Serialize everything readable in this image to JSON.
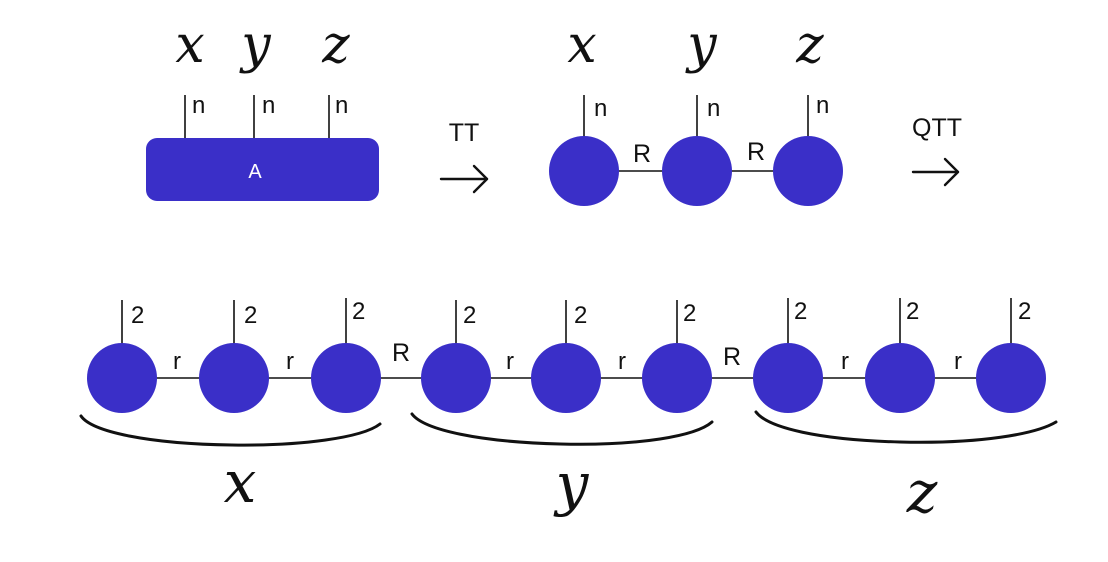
{
  "colors": {
    "node": "#3a2fc8",
    "line": "#111111",
    "background": "#ffffff",
    "core_text": "#ffffff"
  },
  "top": {
    "tensor": {
      "variables": [
        "x",
        "y",
        "z"
      ],
      "legs": [
        "n",
        "n",
        "n"
      ],
      "core_label": "A"
    },
    "arrow_tt": {
      "label": "TT"
    },
    "tt": {
      "variables": [
        "x",
        "y",
        "z"
      ],
      "legs": [
        "n",
        "n",
        "n"
      ],
      "bonds": [
        "R",
        "R"
      ]
    },
    "arrow_qtt": {
      "label": "QTT"
    }
  },
  "bottom": {
    "qtt": {
      "legs": [
        "2",
        "2",
        "2",
        "2",
        "2",
        "2",
        "2",
        "2",
        "2"
      ],
      "bonds": [
        "r",
        "r",
        "R",
        "r",
        "r",
        "R",
        "r",
        "r"
      ]
    },
    "groups": [
      "x",
      "y",
      "z"
    ]
  }
}
